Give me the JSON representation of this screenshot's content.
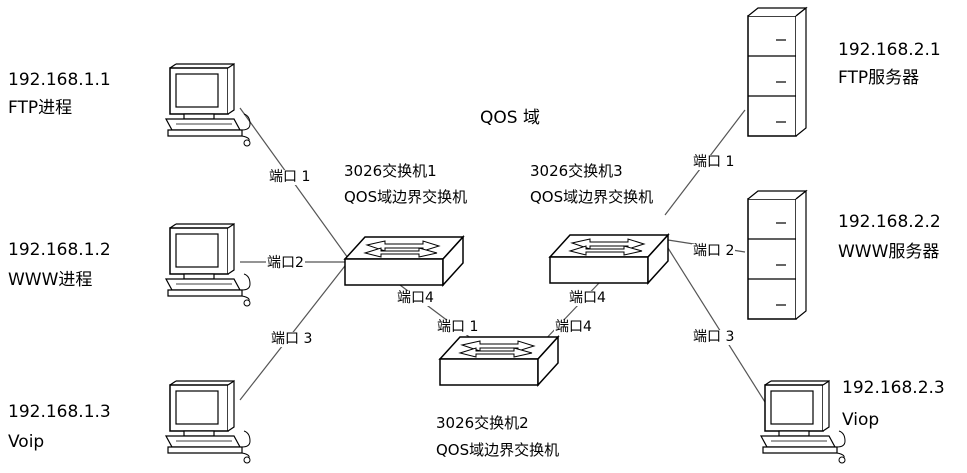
{
  "domain_title": "QOS 域",
  "hosts": [
    {
      "ip": "192.168.1.1",
      "role": "FTP进程"
    },
    {
      "ip": "192.168.1.2",
      "role": "WWW进程"
    },
    {
      "ip": "192.168.1.3",
      "role": "Voip"
    }
  ],
  "servers": [
    {
      "ip": "192.168.2.1",
      "role": "FTP服务器"
    },
    {
      "ip": "192.168.2.2",
      "role": "WWW服务器"
    },
    {
      "ip": "192.168.2.3",
      "role": "Viop"
    }
  ],
  "switches": [
    {
      "name": "3026交换机1",
      "role": "QOS域边界交换机"
    },
    {
      "name": "3026交换机2",
      "role": "QOS域边界交换机"
    },
    {
      "name": "3026交换机3",
      "role": "QOS域边界交换机"
    }
  ],
  "ports": {
    "sw1_p1": "端口 1",
    "sw1_p2": "端口2",
    "sw1_p3": "端口 3",
    "sw1_p4": "端口4",
    "sw2_p1": "端口 1",
    "sw2_p4": "端口4",
    "sw3_p1": "端口 1",
    "sw3_p2": "端口 2",
    "sw3_p3": "端口 3",
    "sw3_p4": "端口4"
  },
  "colors": {
    "line": "#555555",
    "device": "#000000",
    "background": "#ffffff"
  },
  "icons": [
    "desktop-computer-icon",
    "server-tower-icon",
    "network-switch-icon"
  ]
}
